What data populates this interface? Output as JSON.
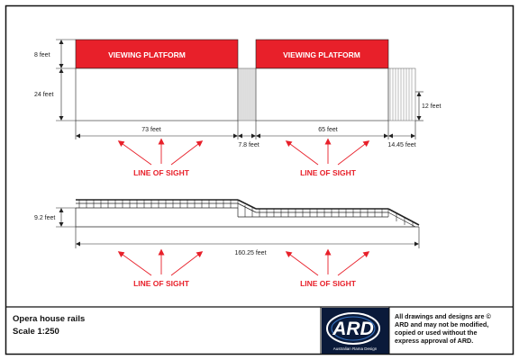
{
  "platform": {
    "label": "VIEWING PLATFORM",
    "fill_color": "#e8202a"
  },
  "dimensions": {
    "banner_height": "8 feet",
    "wall_height": "24 feet",
    "left_section_width": "73 feet",
    "gap_width": "7.8 feet",
    "right_section_width": "65 feet",
    "end_width": "14.45 feet",
    "ramp_height": "12 feet",
    "rail_height": "9.2 feet",
    "total_length": "160.25 feet"
  },
  "line_of_sight": {
    "label": "LINE OF SIGHT",
    "arrow_color": "#e8202a"
  },
  "title_block": {
    "title": "Opera house rails",
    "scale": "Scale 1:250",
    "logo": {
      "text": "ARD",
      "subtext": "Australian Rama Design",
      "background": "#0a1a3a"
    },
    "copyright_lines": [
      "All drawings and designs are ©",
      "ARD and may not be modified,",
      "copied or used without the",
      "express approval of ARD."
    ]
  }
}
